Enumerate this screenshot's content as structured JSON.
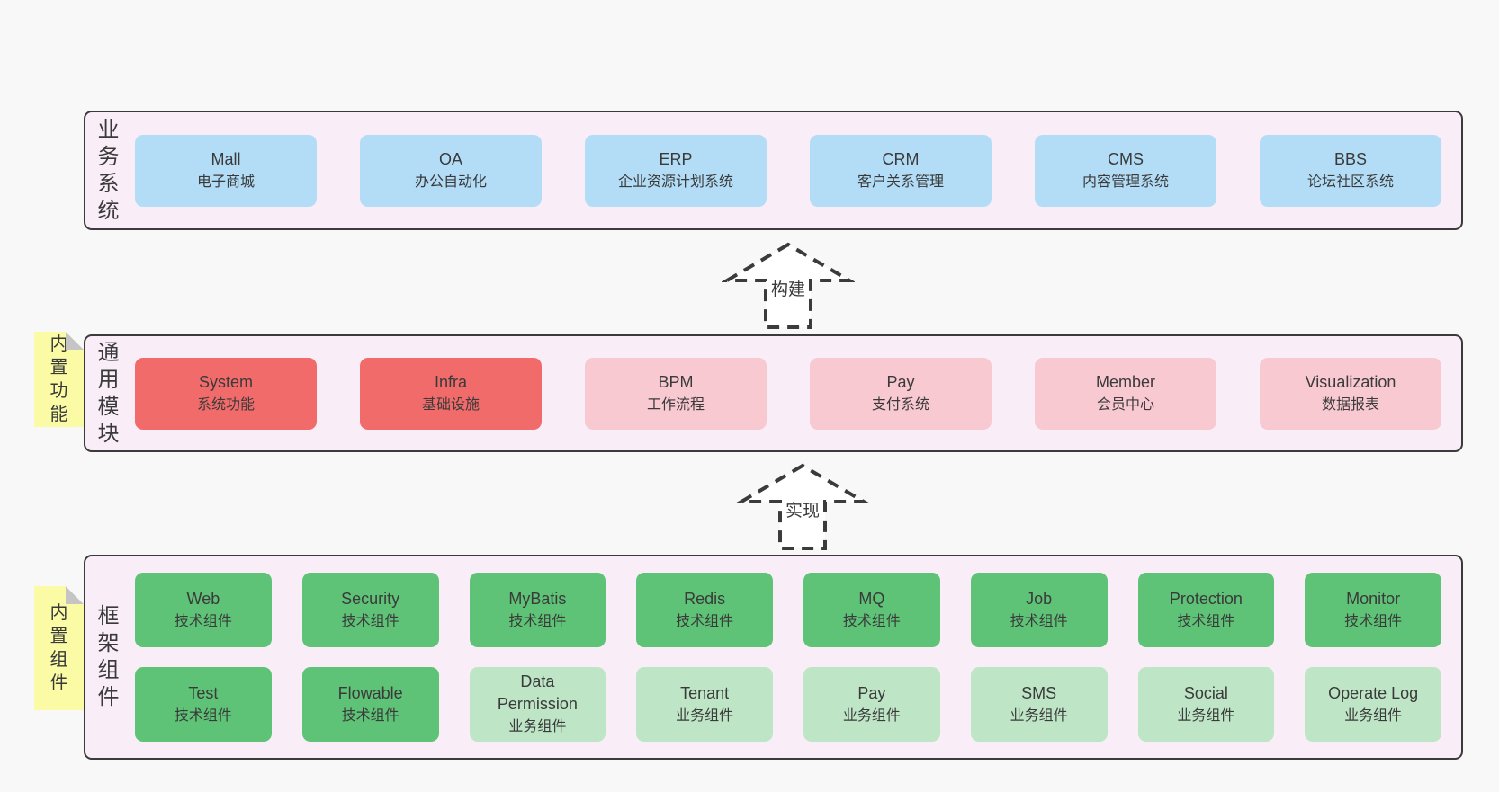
{
  "arrows": [
    {
      "label": "构建"
    },
    {
      "label": "实现"
    }
  ],
  "bands": [
    {
      "label": "业务系统",
      "boxes": [
        {
          "name": "Mall",
          "subtitle": "电子商城",
          "tone": "blue"
        },
        {
          "name": "OA",
          "subtitle": "办公自动化",
          "tone": "blue"
        },
        {
          "name": "ERP",
          "subtitle": "企业资源计划系统",
          "tone": "blue"
        },
        {
          "name": "CRM",
          "subtitle": "客户关系管理",
          "tone": "blue"
        },
        {
          "name": "CMS",
          "subtitle": "内容管理系统",
          "tone": "blue"
        },
        {
          "name": "BBS",
          "subtitle": "论坛社区系统",
          "tone": "blue"
        }
      ]
    },
    {
      "label": "通用模块",
      "sticky": "内置功能",
      "boxes": [
        {
          "name": "System",
          "subtitle": "系统功能",
          "tone": "red"
        },
        {
          "name": "Infra",
          "subtitle": "基础设施",
          "tone": "red"
        },
        {
          "name": "BPM",
          "subtitle": "工作流程",
          "tone": "pink"
        },
        {
          "name": "Pay",
          "subtitle": "支付系统",
          "tone": "pink"
        },
        {
          "name": "Member",
          "subtitle": "会员中心",
          "tone": "pink"
        },
        {
          "name": "Visualization",
          "subtitle": "数据报表",
          "tone": "pink"
        }
      ]
    },
    {
      "label": "框架组件",
      "sticky": "内置组件",
      "rows": [
        [
          {
            "name": "Web",
            "subtitle": "技术组件",
            "tone": "green-dark"
          },
          {
            "name": "Security",
            "subtitle": "技术组件",
            "tone": "green-dark"
          },
          {
            "name": "MyBatis",
            "subtitle": "技术组件",
            "tone": "green-dark"
          },
          {
            "name": "Redis",
            "subtitle": "技术组件",
            "tone": "green-dark"
          },
          {
            "name": "MQ",
            "subtitle": "技术组件",
            "tone": "green-dark"
          },
          {
            "name": "Job",
            "subtitle": "技术组件",
            "tone": "green-dark"
          },
          {
            "name": "Protection",
            "subtitle": "技术组件",
            "tone": "green-dark"
          },
          {
            "name": "Monitor",
            "subtitle": "技术组件",
            "tone": "green-dark"
          }
        ],
        [
          {
            "name": "Test",
            "subtitle": "技术组件",
            "tone": "green-dark"
          },
          {
            "name": "Flowable",
            "subtitle": "技术组件",
            "tone": "green-dark"
          },
          {
            "name": "Data Permission",
            "subtitle": "业务组件",
            "tone": "green-light"
          },
          {
            "name": "Tenant",
            "subtitle": "业务组件",
            "tone": "green-light"
          },
          {
            "name": "Pay",
            "subtitle": "业务组件",
            "tone": "green-light"
          },
          {
            "name": "SMS",
            "subtitle": "业务组件",
            "tone": "green-light"
          },
          {
            "name": "Social",
            "subtitle": "业务组件",
            "tone": "green-light"
          },
          {
            "name": "Operate Log",
            "subtitle": "业务组件",
            "tone": "green-light"
          }
        ]
      ]
    }
  ],
  "colors": {
    "page_bg": "#f8f8f8",
    "band_fill": "#f9edf8",
    "band_border": "#3b3b3b",
    "blue": "#b3ddf6",
    "red": "#f16b6b",
    "pink": "#f9c9d2",
    "green_dark": "#5ec377",
    "green_light": "#bee6c6",
    "sticky_yellow": "#fbfba6",
    "fold_gray": "#c5c5c5",
    "text": "#3a3a3a"
  }
}
